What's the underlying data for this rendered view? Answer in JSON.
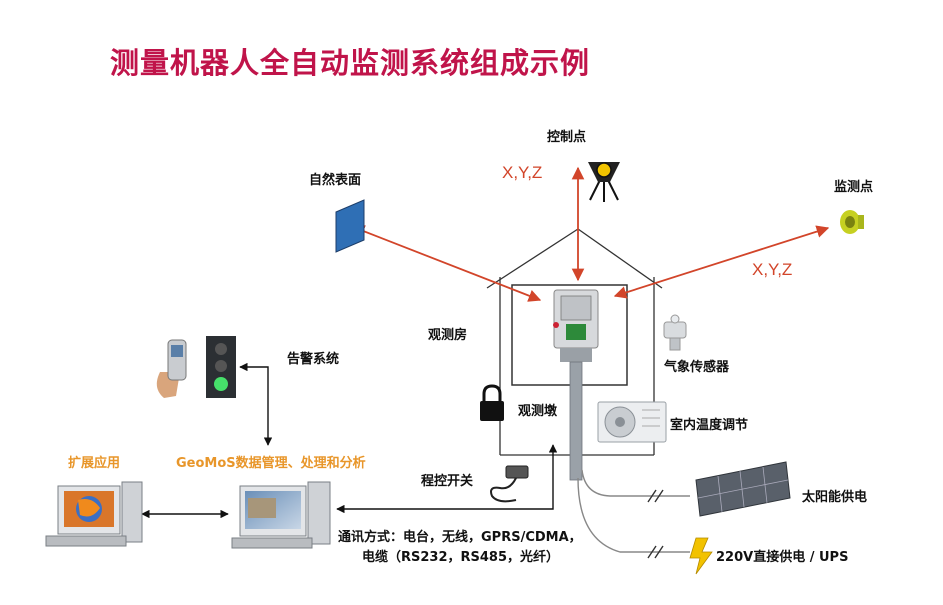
{
  "title": "测量机器人全自动监测系统组成示例",
  "labels": {
    "control_point": "控制点",
    "natural_surface": "自然表面",
    "monitor_point": "监测点",
    "observation_room": "观测房",
    "weather_sensor": "气象传感器",
    "alarm_system": "告警系统",
    "observation_pier": "观测墩",
    "indoor_temp": "室内温度调节",
    "remote_switch": "程控开关",
    "solar_power": "太阳能供电",
    "mains_power": "220V直接供电 / UPS",
    "ext_app": "扩展应用",
    "geomos": "GeoMoS数据管理、处理和分析",
    "comm_line1": "通讯方式：电台，无线，GPRS/CDMA，",
    "comm_line2": "电缆（RS232，RS485，光纤）"
  },
  "xyz_top": "X,Y,Z",
  "xyz_right": "X,Y,Z",
  "colors": {
    "title": "#c0144a",
    "arrow_red": "#d2452a",
    "orange_text": "#e8962a"
  },
  "icons": [
    "tripod-prism-icon",
    "surface-panel-icon",
    "prism-target-icon",
    "total-station-icon",
    "weather-sensor-icon",
    "phone-icon",
    "traffic-light-icon",
    "padlock-icon",
    "air-conditioner-icon",
    "switch-icon",
    "solar-panel-icon",
    "lightning-icon",
    "computer-icon"
  ]
}
